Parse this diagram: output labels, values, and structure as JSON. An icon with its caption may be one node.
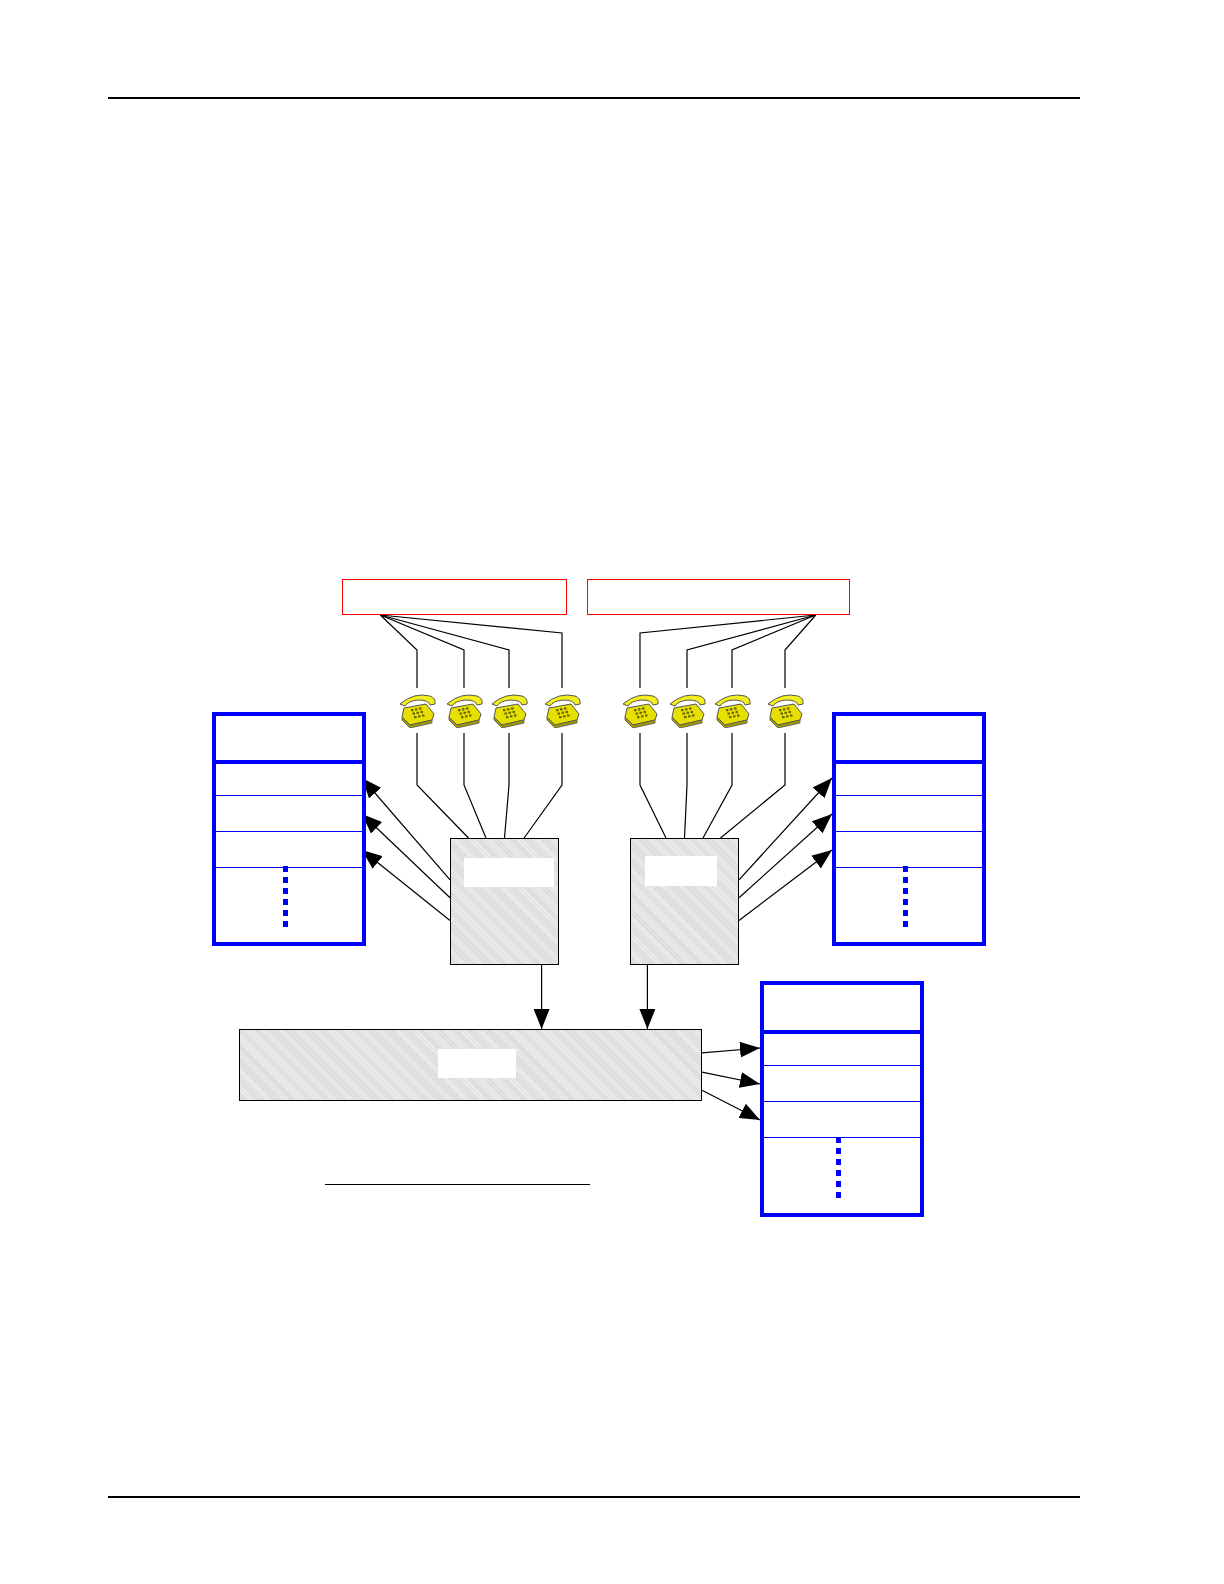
{
  "diagram": {
    "nodes": [
      {
        "text": [],
        "shape": "box"
      },
      {
        "text": [],
        "shape": "box"
      },
      {
        "text": [],
        "shape": "telephone"
      },
      {
        "text": [],
        "shape": "telephone"
      },
      {
        "text": [],
        "shape": "telephone"
      },
      {
        "text": [],
        "shape": "telephone"
      },
      {
        "text": [],
        "shape": "telephone"
      },
      {
        "text": [],
        "shape": "telephone"
      },
      {
        "text": [],
        "shape": "telephone"
      },
      {
        "text": [],
        "shape": "telephone"
      },
      {
        "text": [],
        "shape": "table"
      },
      {
        "text": [],
        "shape": "box",
        "in": 10
      },
      {
        "text": [],
        "shape": "box",
        "in": 10
      },
      {
        "text": [],
        "shape": "box",
        "in": 10
      },
      {
        "text": [],
        "shape": "table"
      },
      {
        "text": [],
        "shape": "box",
        "in": 14
      },
      {
        "text": [],
        "shape": "box",
        "in": 14
      },
      {
        "text": [],
        "shape": "box",
        "in": 14
      },
      {
        "text": [],
        "shape": "box"
      },
      {
        "text": [],
        "shape": "box"
      },
      {
        "text": [],
        "shape": "box"
      },
      {
        "text": [],
        "shape": "table"
      },
      {
        "text": [],
        "shape": "box",
        "in": 21
      },
      {
        "text": [],
        "shape": "box",
        "in": 21
      },
      {
        "text": [],
        "shape": "box",
        "in": 21
      }
    ],
    "edges": [
      {
        "from": 0,
        "to": 2,
        "arrow": "none"
      },
      {
        "from": 0,
        "to": 3,
        "arrow": "none"
      },
      {
        "from": 0,
        "to": 4,
        "arrow": "none"
      },
      {
        "from": 0,
        "to": 5,
        "arrow": "none"
      },
      {
        "from": 1,
        "to": 6,
        "arrow": "none"
      },
      {
        "from": 1,
        "to": 7,
        "arrow": "none"
      },
      {
        "from": 1,
        "to": 8,
        "arrow": "none"
      },
      {
        "from": 1,
        "to": 9,
        "arrow": "none"
      },
      {
        "from": 2,
        "to": 18,
        "arrow": "none"
      },
      {
        "from": 3,
        "to": 18,
        "arrow": "none"
      },
      {
        "from": 4,
        "to": 18,
        "arrow": "none"
      },
      {
        "from": 5,
        "to": 18,
        "arrow": "none"
      },
      {
        "from": 6,
        "to": 19,
        "arrow": "none"
      },
      {
        "from": 7,
        "to": 19,
        "arrow": "none"
      },
      {
        "from": 8,
        "to": 19,
        "arrow": "none"
      },
      {
        "from": 9,
        "to": 19,
        "arrow": "none"
      },
      {
        "from": 18,
        "to": 11,
        "arrow": "to"
      },
      {
        "from": 18,
        "to": 12,
        "arrow": "to"
      },
      {
        "from": 18,
        "to": 13,
        "arrow": "to"
      },
      {
        "from": 19,
        "to": 15,
        "arrow": "to"
      },
      {
        "from": 19,
        "to": 16,
        "arrow": "to"
      },
      {
        "from": 19,
        "to": 17,
        "arrow": "to"
      },
      {
        "from": 18,
        "to": 20,
        "arrow": "to"
      },
      {
        "from": 19,
        "to": 20,
        "arrow": "to"
      },
      {
        "from": 20,
        "to": 22,
        "arrow": "to"
      },
      {
        "from": 20,
        "to": 23,
        "arrow": "to"
      },
      {
        "from": 20,
        "to": 24,
        "arrow": "to"
      }
    ]
  }
}
